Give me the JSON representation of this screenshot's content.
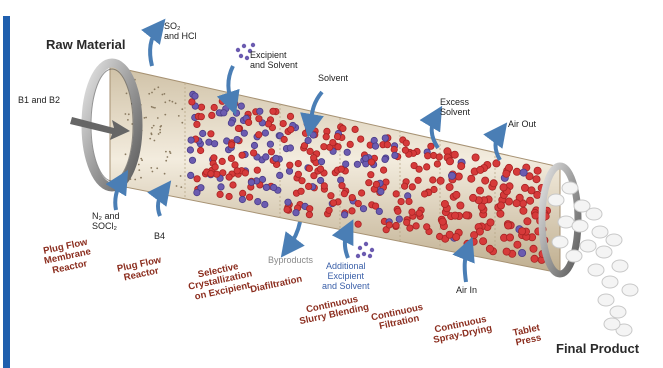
{
  "title": "Raw Material",
  "final_label": "Final Product",
  "inputs": {
    "b1b2": "B1 and B2",
    "so2hcl": [
      "SO₂",
      "and HCl"
    ],
    "n2socl2": [
      "N₂ and",
      "SOCl₂"
    ],
    "b4": "B4",
    "excipient_solvent": [
      "Excipient",
      "and Solvent"
    ],
    "solvent": "Solvent",
    "excess_solvent": [
      "Excess",
      "Solvent"
    ],
    "air_out": "Air Out",
    "air_in": "Air In",
    "byproducts": "Byproducts",
    "additional": [
      "Additional",
      "Excipient",
      "and Solvent"
    ]
  },
  "stages": {
    "pfmr": [
      "Plug Flow",
      "Membrane",
      "Reactor"
    ],
    "pfr": [
      "Plug Flow",
      "Reactor"
    ],
    "crystallization": [
      "Selective",
      "Crystallization",
      "on Excipient"
    ],
    "diafiltration": "Diafiltration",
    "slurry": [
      "Continuous",
      "Slurry Blending"
    ],
    "filtration": [
      "Continuous",
      "Filtration"
    ],
    "spray": [
      "Continuous",
      "Spray-Drying"
    ],
    "press": [
      "Tablet",
      "Press"
    ]
  },
  "colors": {
    "accent_bar": "#1f5fae",
    "stage_text": "#8b2d1e",
    "arrow": "#4a7eb5",
    "particle_red": "#d63a3a",
    "particle_purple": "#6b5bb0",
    "tube": "#eadfcc"
  }
}
